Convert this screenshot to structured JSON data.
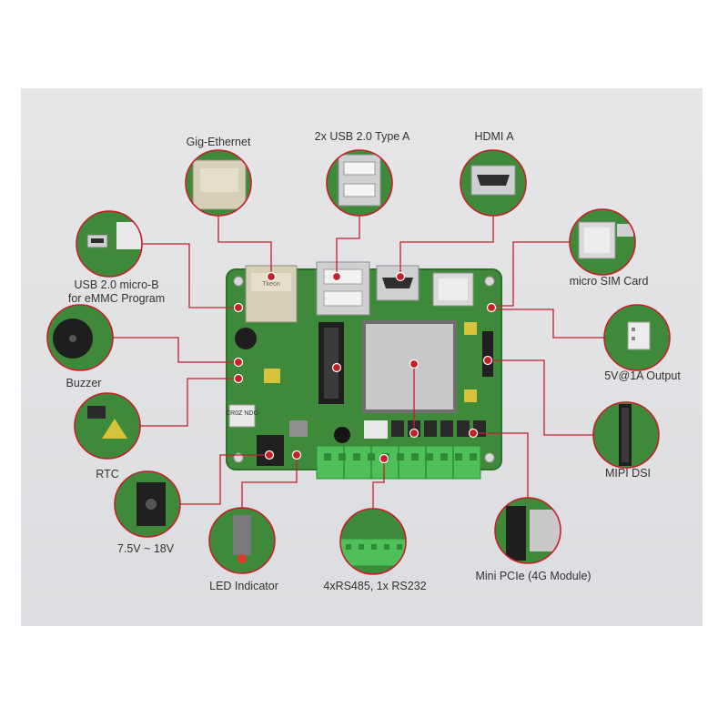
{
  "colors": {
    "background": "#ffffff",
    "panel": "#e2e3e6",
    "pcb": "#3f8a3a",
    "pcb_dark": "#2f6e2c",
    "callout_ring": "#c4202a",
    "leader_line": "#c4202a",
    "marker": "#c4202a",
    "terminal": "#4fbf5a",
    "silver": "#cfd0d2",
    "module": "#c9c9cb",
    "text": "#333333"
  },
  "board": {
    "labels": {
      "rtc_chip": "CR0Z NDO",
      "magnetics": "Tkeon"
    }
  },
  "callouts": [
    {
      "id": "gig-ethernet",
      "label": "Gig-Ethernet",
      "icon": "rj45-jack-icon"
    },
    {
      "id": "usb-type-a",
      "label": "2x USB 2.0 Type A",
      "icon": "usb-a-icon"
    },
    {
      "id": "hdmi-a",
      "label": "HDMI A",
      "icon": "hdmi-icon"
    },
    {
      "id": "usb-micro-b",
      "label": "USB 2.0 micro-B",
      "label2": "for eMMC Program",
      "icon": "micro-usb-icon"
    },
    {
      "id": "micro-sim",
      "label": "micro SIM Card",
      "icon": "sim-card-icon"
    },
    {
      "id": "buzzer",
      "label": "Buzzer",
      "icon": "buzzer-icon"
    },
    {
      "id": "output-5v",
      "label": "5V@1A Output",
      "icon": "power-header-icon"
    },
    {
      "id": "rtc",
      "label": "RTC",
      "icon": "rtc-chip-icon"
    },
    {
      "id": "mipi-dsi",
      "label": "MIPI DSI",
      "icon": "ffc-connector-icon"
    },
    {
      "id": "power-in",
      "label": "7.5V ~ 18V",
      "icon": "dc-jack-icon"
    },
    {
      "id": "led",
      "label": "LED Indicator",
      "icon": "led-icon"
    },
    {
      "id": "rs485",
      "label": "4xRS485,  1x RS232",
      "icon": "terminal-block-icon"
    },
    {
      "id": "mini-pcie",
      "label": "Mini PCIe (4G Module)",
      "icon": "mini-pcie-icon"
    }
  ]
}
